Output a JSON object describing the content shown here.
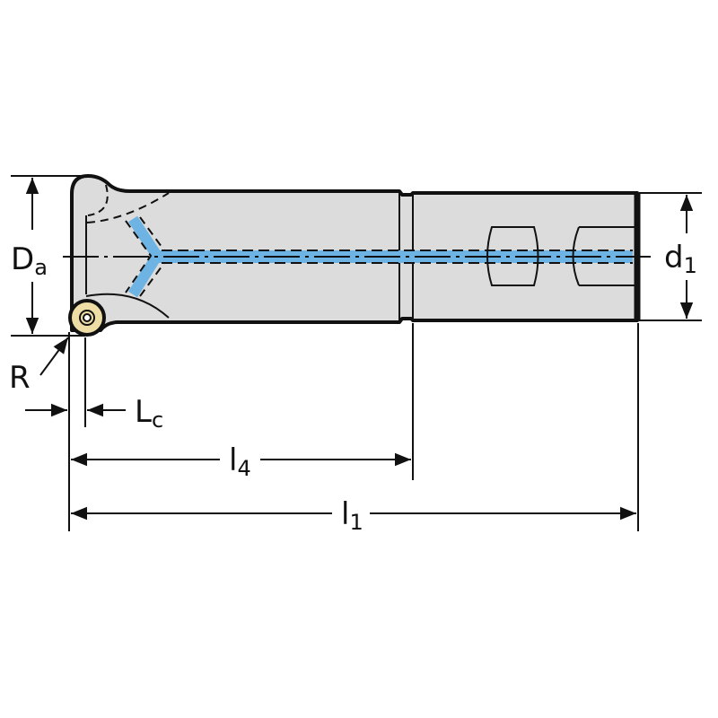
{
  "drawing": {
    "labels": {
      "Da_main": "D",
      "Da_sub": "a",
      "d1_main": "d",
      "d1_sub": "1",
      "R": "R",
      "Lc_main": "L",
      "Lc_sub": "c",
      "l4_main": "l",
      "l4_sub": "4",
      "l1_main": "l",
      "l1_sub": "1"
    },
    "colors": {
      "body": "#dcdcdc",
      "coolant": "#6db3e3",
      "insert": "#efdda6",
      "line": "#111111"
    }
  }
}
